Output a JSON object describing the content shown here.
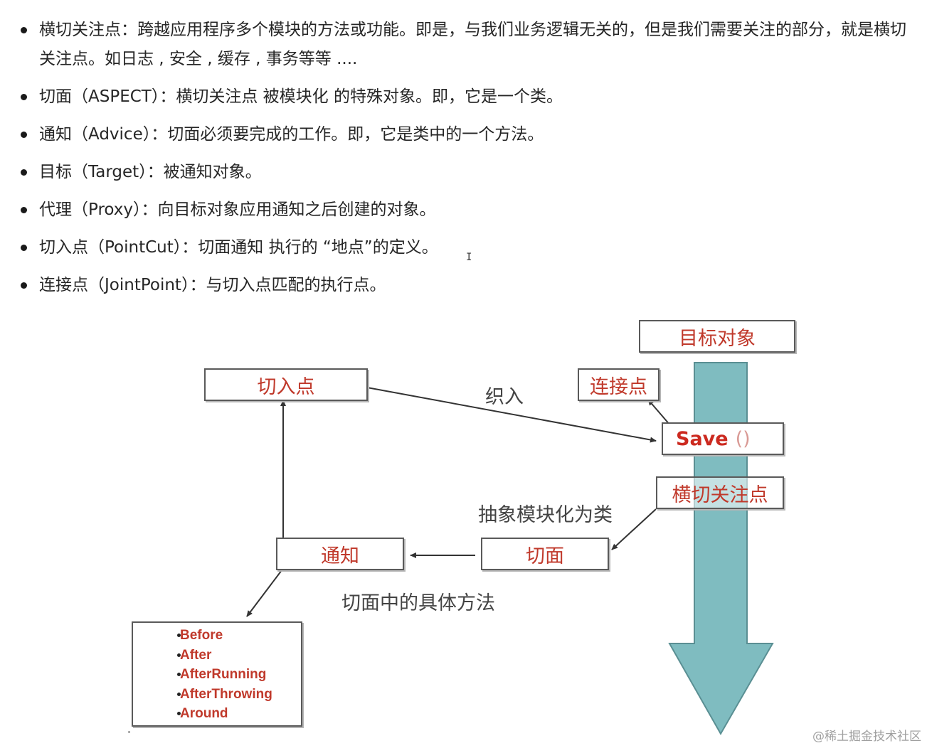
{
  "bullets": [
    "横切关注点：跨越应用程序多个模块的方法或功能。即是，与我们业务逻辑无关的，但是我们需要关注的部分，就是横切关注点。如日志 , 安全 , 缓存 , 事务等等 ....",
    "切面（ASPECT）：横切关注点 被模块化 的特殊对象。即，它是一个类。",
    "通知（Advice）：切面必须要完成的工作。即，它是类中的一个方法。",
    "目标（Target）：被通知对象。",
    "代理（Proxy）：向目标对象应用通知之后创建的对象。",
    "切入点（PointCut）：切面通知 执行的 “地点”的定义。",
    "连接点（JointPoint）：与切入点匹配的执行点。"
  ],
  "diagram": {
    "target_object": "目标对象",
    "pointcut": "切入点",
    "joinpoint": "连接点",
    "weave": "织入",
    "save_method": "Save",
    "save_parens": "()",
    "cross_cutting": "横切关注点",
    "abstract_to_class": "抽象模块化为类",
    "advice": "通知",
    "aspect": "切面",
    "method_in_aspect": "切面中的具体方法",
    "advice_types": [
      "Before",
      "After",
      "AfterRunning",
      "AfterThrowing",
      "Around"
    ],
    "arrow_color": "#7fbcc0"
  },
  "watermark": "@稀土掘金技术社区"
}
